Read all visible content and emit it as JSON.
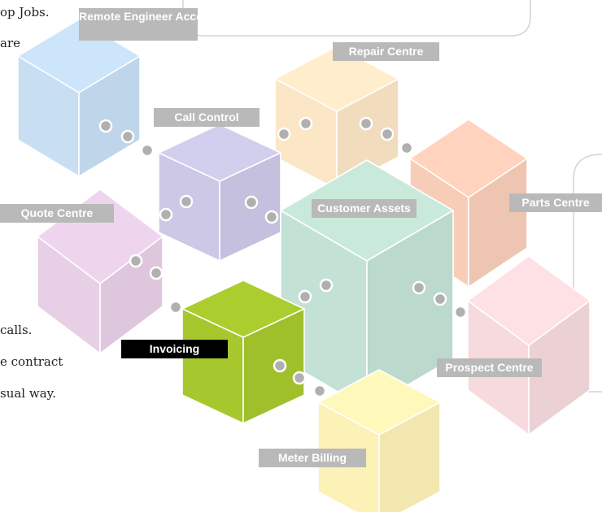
{
  "text_fragments": {
    "line1": "op Jobs.",
    "line2": "are",
    "line3": "calls.",
    "line4": "e contract",
    "line5": "sual way."
  },
  "modules": {
    "remote_engineer_access": "Remote Engineer Access",
    "repair_centre": "Repair Centre",
    "call_control": "Call Control",
    "quote_centre": "Quote Centre",
    "customer_assets": "Customer Assets",
    "parts_centre": "Parts Centre",
    "invoicing": "Invoicing",
    "prospect_centre": "Prospect Centre",
    "meter_billing": "Meter Billing"
  },
  "colors": {
    "remote": "#c7def3",
    "repair": "#fbe6c6",
    "call": "#ccc8e6",
    "quote": "#e7cfe6",
    "assets": "#c3e2d5",
    "parts": "#f8cdb8",
    "invoicing": "#a6c72d",
    "prospect": "#f6dadd",
    "meter": "#fcf1b6",
    "label_bg": "#b9b9b9",
    "active_label_bg": "#000000",
    "connector_dot": "#b0b0b0"
  }
}
